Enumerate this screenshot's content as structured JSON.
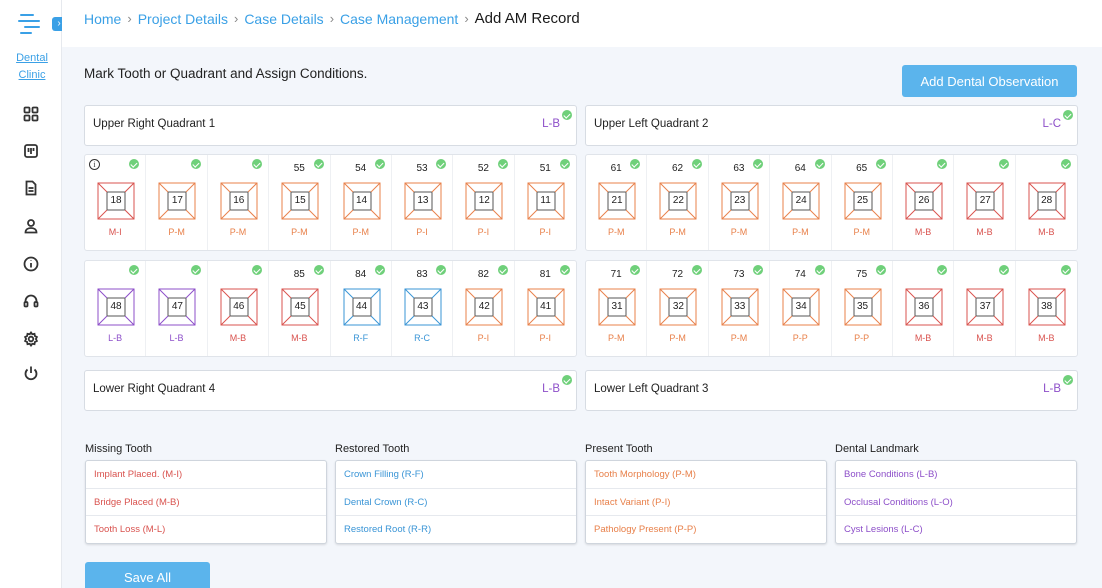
{
  "sidebar": {
    "clinic_line1": "Dental",
    "clinic_line2": "Clinic",
    "expand_icon": "›",
    "icons": [
      "grid-icon",
      "card-icon",
      "document-icon",
      "user-icon",
      "info-icon",
      "headset-icon",
      "settings-icon",
      "power-icon"
    ]
  },
  "breadcrumb": {
    "items": [
      "Home",
      "Project Details",
      "Case Details",
      "Case Management"
    ],
    "current": "Add AM Record"
  },
  "main": {
    "instruction": "Mark Tooth or Quadrant and Assign Conditions.",
    "add_button": "Add Dental Observation",
    "save_button": "Save All"
  },
  "colors": {
    "accent": "#3aa0e6",
    "button": "#5bb4ec",
    "check": "#6fd07a",
    "M": "#d9534f",
    "R": "#3a95d6",
    "P": "#e8804a",
    "L": "#8d4fc9"
  },
  "quadrants": {
    "upper_right": {
      "label": "Upper Right Quadrant 1",
      "code": "L-B"
    },
    "upper_left": {
      "label": "Upper Left Quadrant 2",
      "code": "L-C"
    },
    "lower_right": {
      "label": "Lower Right Quadrant 4",
      "code": "L-B"
    },
    "lower_left": {
      "label": "Lower Left Quadrant 3",
      "code": "L-B"
    }
  },
  "teeth_rows": {
    "upper_right": [
      {
        "id": "18",
        "top": "",
        "cond": "M-I",
        "info": true
      },
      {
        "id": "17",
        "top": "",
        "cond": "P-M"
      },
      {
        "id": "16",
        "top": "",
        "cond": "P-M"
      },
      {
        "id": "15",
        "top": "55",
        "cond": "P-M"
      },
      {
        "id": "14",
        "top": "54",
        "cond": "P-M"
      },
      {
        "id": "13",
        "top": "53",
        "cond": "P-I"
      },
      {
        "id": "12",
        "top": "52",
        "cond": "P-I"
      },
      {
        "id": "11",
        "top": "51",
        "cond": "P-I"
      }
    ],
    "upper_left": [
      {
        "id": "21",
        "top": "61",
        "cond": "P-M"
      },
      {
        "id": "22",
        "top": "62",
        "cond": "P-M"
      },
      {
        "id": "23",
        "top": "63",
        "cond": "P-M"
      },
      {
        "id": "24",
        "top": "64",
        "cond": "P-M"
      },
      {
        "id": "25",
        "top": "65",
        "cond": "P-M"
      },
      {
        "id": "26",
        "top": "",
        "cond": "M-B"
      },
      {
        "id": "27",
        "top": "",
        "cond": "M-B"
      },
      {
        "id": "28",
        "top": "",
        "cond": "M-B"
      }
    ],
    "lower_right": [
      {
        "id": "48",
        "top": "",
        "cond": "L-B"
      },
      {
        "id": "47",
        "top": "",
        "cond": "L-B"
      },
      {
        "id": "46",
        "top": "",
        "cond": "M-B"
      },
      {
        "id": "45",
        "top": "85",
        "cond": "M-B"
      },
      {
        "id": "44",
        "top": "84",
        "cond": "R-F"
      },
      {
        "id": "43",
        "top": "83",
        "cond": "R-C"
      },
      {
        "id": "42",
        "top": "82",
        "cond": "P-I"
      },
      {
        "id": "41",
        "top": "81",
        "cond": "P-I"
      }
    ],
    "lower_left": [
      {
        "id": "31",
        "top": "71",
        "cond": "P-M"
      },
      {
        "id": "32",
        "top": "72",
        "cond": "P-M"
      },
      {
        "id": "33",
        "top": "73",
        "cond": "P-M"
      },
      {
        "id": "34",
        "top": "74",
        "cond": "P-P"
      },
      {
        "id": "35",
        "top": "75",
        "cond": "P-P"
      },
      {
        "id": "36",
        "top": "",
        "cond": "M-B"
      },
      {
        "id": "37",
        "top": "",
        "cond": "M-B"
      },
      {
        "id": "38",
        "top": "",
        "cond": "M-B"
      }
    ]
  },
  "legend": [
    {
      "title": "Missing Tooth",
      "key": "M",
      "items": [
        "Implant Placed. (M-I)",
        "Bridge Placed (M-B)",
        "Tooth Loss (M-L)"
      ]
    },
    {
      "title": "Restored Tooth",
      "key": "R",
      "items": [
        "Crown Filling (R-F)",
        "Dental Crown (R-C)",
        "Restored Root (R-R)"
      ]
    },
    {
      "title": "Present Tooth",
      "key": "P",
      "items": [
        "Tooth Morphology (P-M)",
        "Intact Variant (P-I)",
        "Pathology Present (P-P)"
      ]
    },
    {
      "title": "Dental Landmark",
      "key": "L",
      "items": [
        "Bone Conditions (L-B)",
        "Occlusal Conditions (L-O)",
        "Cyst Lesions (L-C)"
      ]
    }
  ]
}
